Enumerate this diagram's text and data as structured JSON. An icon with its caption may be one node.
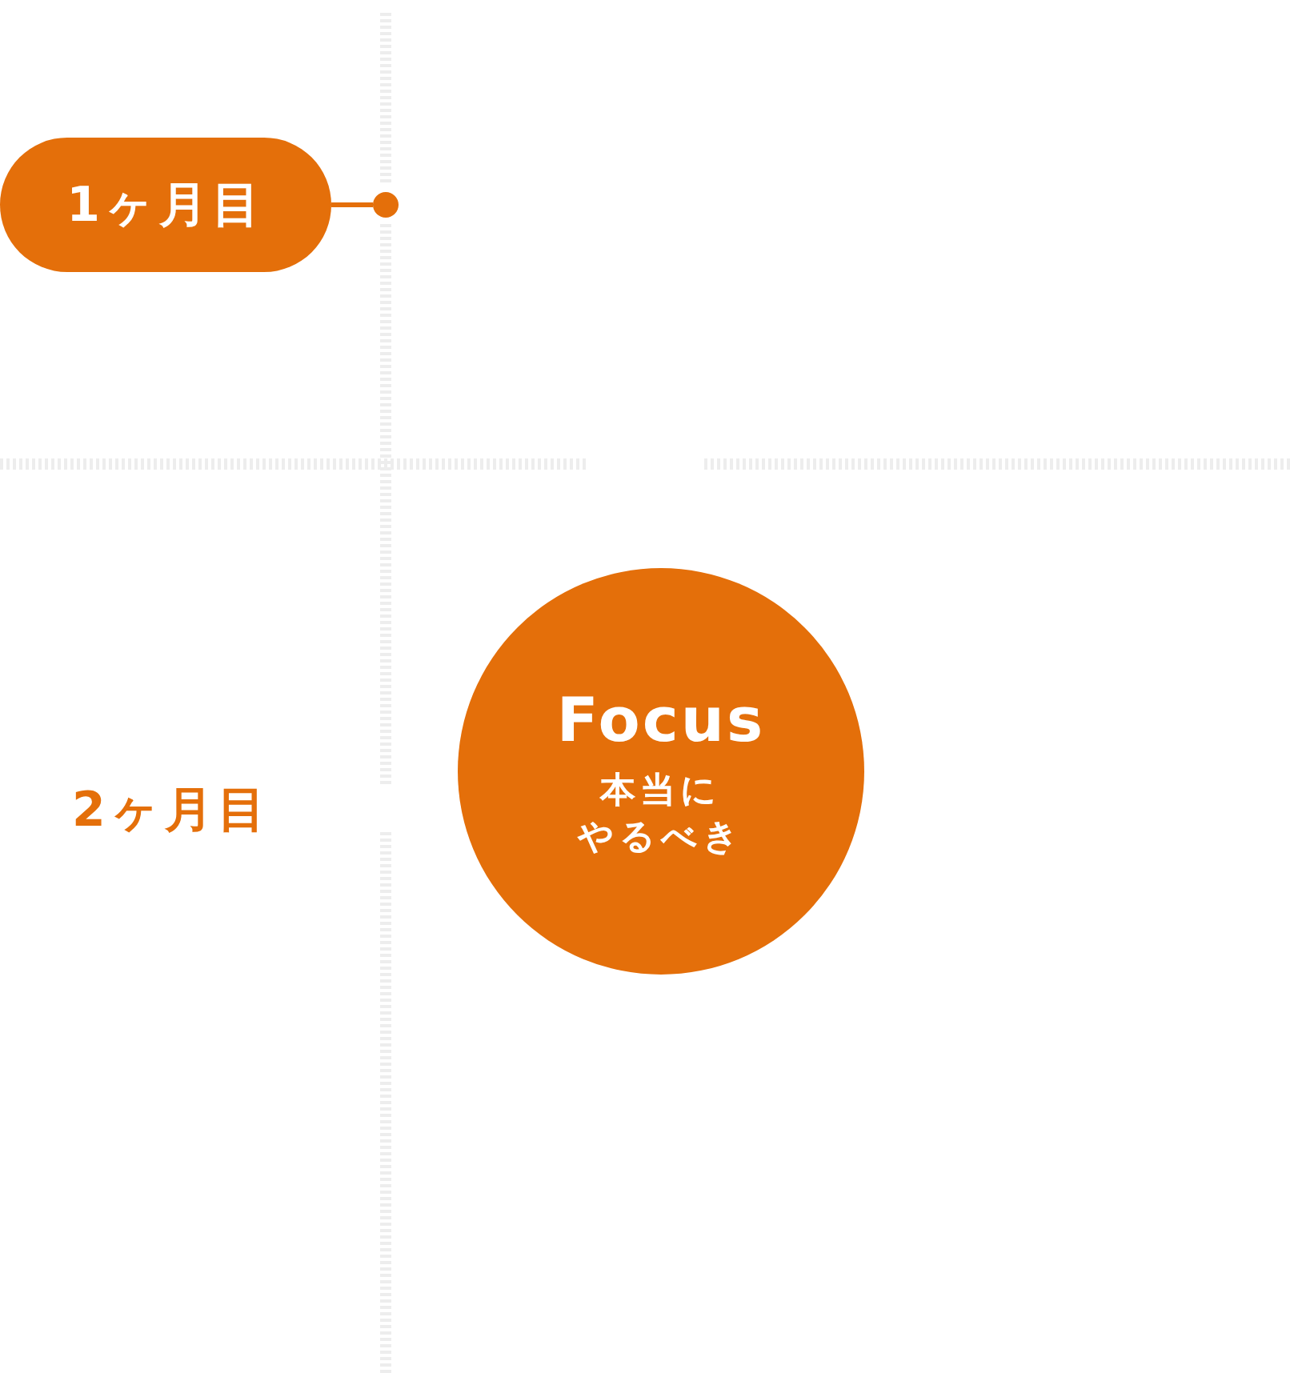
{
  "diagram": {
    "nodes": [
      {
        "text": [
          "1ヶ月目"
        ]
      },
      {
        "text": [],
        "shape": "circle"
      },
      {
        "text": [
          "Focus",
          "本当にやるべき"
        ]
      }
    ],
    "edges": [
      {
        "from": 0,
        "to": 1,
        "arrow": "none"
      }
    ],
    "labels": [
      "2ヶ月目"
    ]
  }
}
